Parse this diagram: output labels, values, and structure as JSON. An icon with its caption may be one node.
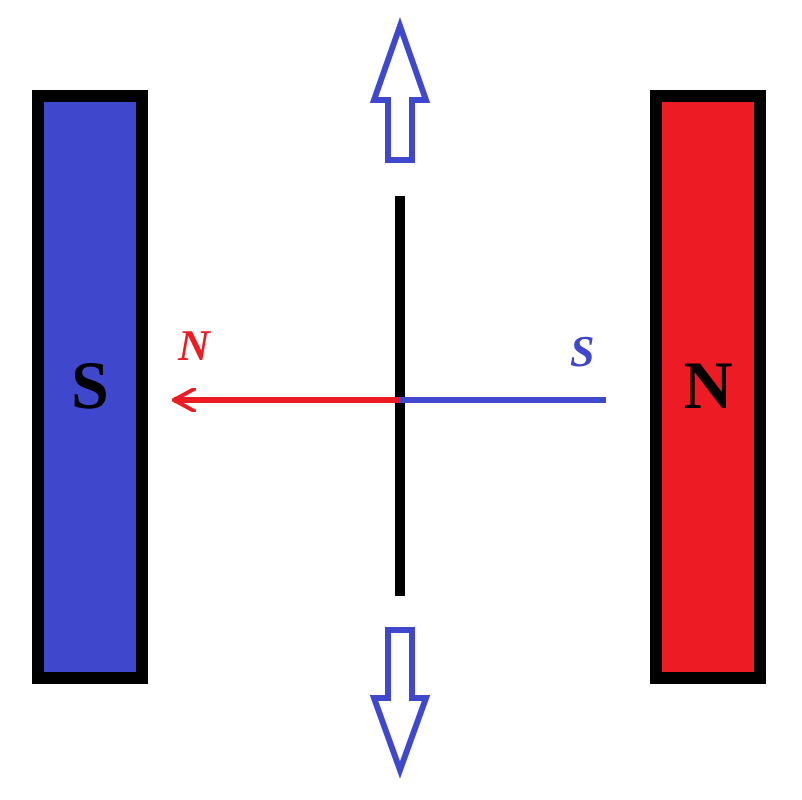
{
  "diagram": {
    "nodes": [
      {
        "text": [
          "S"
        ]
      },
      {
        "text": [
          "N"
        ]
      }
    ],
    "labels": [
      "N",
      "S"
    ]
  }
}
